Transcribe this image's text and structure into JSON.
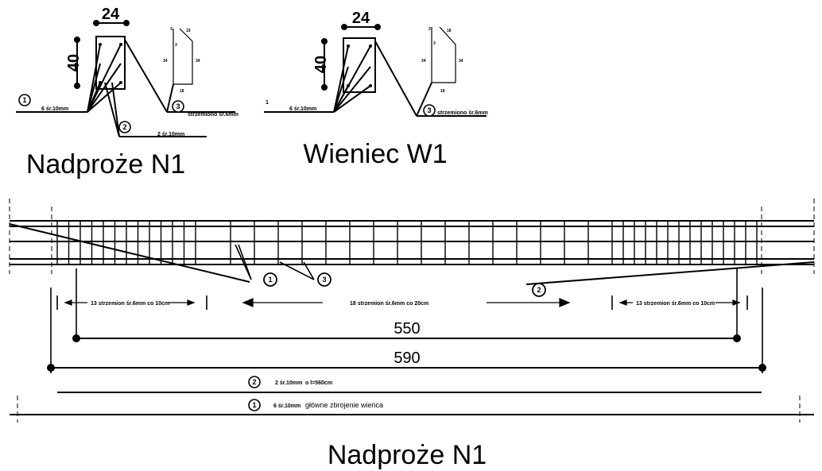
{
  "section_n1": {
    "title": "Nadproże N1",
    "width_dim": "24",
    "height_dim": "40",
    "marker_1": "1",
    "marker_2": "2",
    "marker_3": "3",
    "bar1_text": "6 śr.10mm",
    "bar2_text": "2 śr.10mm",
    "bar3_text": "strzemiono śr.6mm",
    "stirrup_dims": [
      "3",
      "19",
      "3",
      "34",
      "34",
      "18"
    ]
  },
  "section_w1": {
    "title": "Wieniec W1",
    "width_dim": "24",
    "height_dim": "40",
    "marker_1": "1",
    "marker_3": "3",
    "bar1_text": "6 śr.10mm",
    "bar3_text": "strzemiono śr.6mm",
    "stirrup_dims": [
      "3",
      "18",
      "3",
      "34",
      "34",
      "18"
    ]
  },
  "elevation": {
    "title": "Nadproże N1",
    "marker_1": "1",
    "marker_2": "2",
    "marker_3": "3",
    "stirrups_left": "13 strzemion śr.6mm co 10cm",
    "stirrups_middle": "18 strzemion śr.6mm co 20cm",
    "stirrups_right": "13 strzemion śr.6mm co 10cm",
    "dim_inner": "550",
    "dim_outer": "590",
    "bar2_marker": "2",
    "bar2_label": "2 śr.10mm",
    "bar2_length": "o l=560cm",
    "bar1_marker": "1",
    "bar1_count": "6 śr.10mm",
    "bar1_label": "główne zbrojenie wieńca"
  }
}
